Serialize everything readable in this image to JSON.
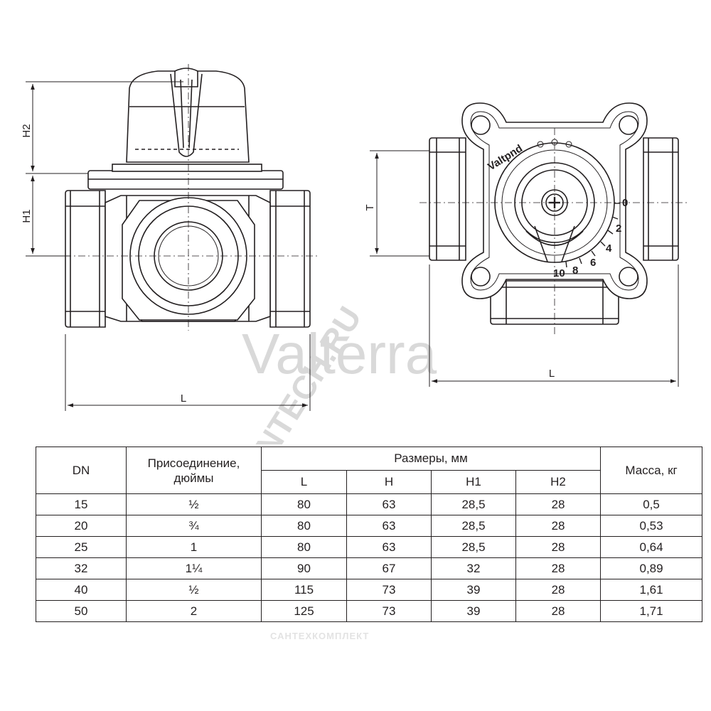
{
  "watermark": {
    "brand": "Valterra",
    "site": "SANTECH.RU",
    "footer": "САНТЕХКОМПЛЕКТ"
  },
  "drawing": {
    "front": {
      "dim_h1": "H1",
      "dim_h2": "H2",
      "dim_l": "L"
    },
    "top": {
      "dim_t": "T",
      "dim_l": "L",
      "brand_text": "Valtpnd",
      "scale": [
        "0",
        "2",
        "4",
        "6",
        "8",
        "10"
      ]
    }
  },
  "table": {
    "headers": {
      "dn": "DN",
      "connection_line1": "Присоединение,",
      "connection_line2": "дюймы",
      "sizes": "Размеры, мм",
      "l": "L",
      "h": "H",
      "h1": "H1",
      "h2": "H2",
      "mass": "Масса, кг"
    },
    "rows": [
      {
        "dn": "15",
        "conn": "½",
        "l": "80",
        "h": "63",
        "h1": "28,5",
        "h2": "28",
        "mass": "0,5"
      },
      {
        "dn": "20",
        "conn": "¾",
        "l": "80",
        "h": "63",
        "h1": "28,5",
        "h2": "28",
        "mass": "0,53"
      },
      {
        "dn": "25",
        "conn": "1",
        "l": "80",
        "h": "63",
        "h1": "28,5",
        "h2": "28",
        "mass": "0,64"
      },
      {
        "dn": "32",
        "conn": "1¼",
        "l": "90",
        "h": "67",
        "h1": "32",
        "h2": "28",
        "mass": "0,89"
      },
      {
        "dn": "40",
        "conn": "½",
        "l": "115",
        "h": "73",
        "h1": "39",
        "h2": "28",
        "mass": "1,61"
      },
      {
        "dn": "50",
        "conn": "2",
        "l": "125",
        "h": "73",
        "h1": "39",
        "h2": "28",
        "mass": "1,71"
      }
    ]
  }
}
